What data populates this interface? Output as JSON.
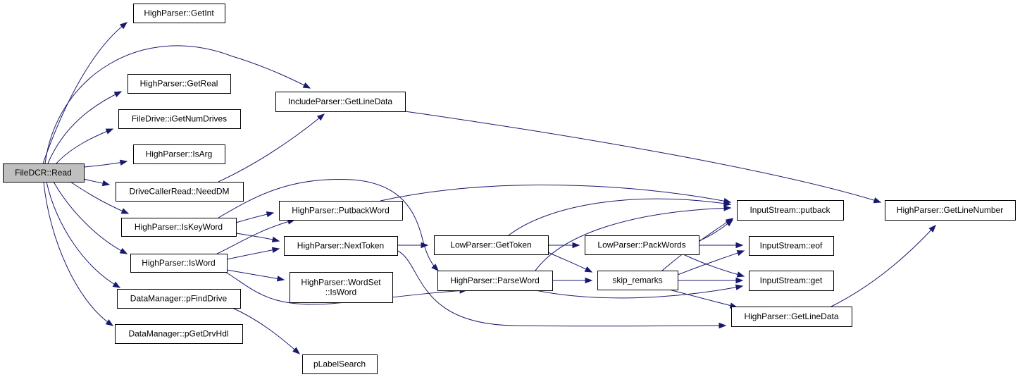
{
  "graph": {
    "colors": {
      "edge": "#191970",
      "root_fill": "#bfbfbf",
      "node_fill": "#ffffff",
      "node_border": "#000000"
    },
    "root": "read",
    "nodes": [
      {
        "id": "read",
        "lines": [
          "FileDCR::Read"
        ]
      },
      {
        "id": "getint",
        "lines": [
          "HighParser::GetInt"
        ]
      },
      {
        "id": "getreal",
        "lines": [
          "HighParser::GetReal"
        ]
      },
      {
        "id": "igetnumdrives",
        "lines": [
          "FileDrive::iGetNumDrives"
        ]
      },
      {
        "id": "isarg",
        "lines": [
          "HighParser::IsArg"
        ]
      },
      {
        "id": "needdm",
        "lines": [
          "DriveCallerRead::NeedDM"
        ]
      },
      {
        "id": "iskeyword",
        "lines": [
          "HighParser::IsKeyWord"
        ]
      },
      {
        "id": "isword",
        "lines": [
          "HighParser::IsWord"
        ]
      },
      {
        "id": "pfinddrive",
        "lines": [
          "DataManager::pFindDrive"
        ]
      },
      {
        "id": "pgetdrvhdl",
        "lines": [
          "DataManager::pGetDrvHdl"
        ]
      },
      {
        "id": "include_getlinedata",
        "lines": [
          "IncludeParser::GetLineData"
        ]
      },
      {
        "id": "putbackword",
        "lines": [
          "HighParser::PutbackWord"
        ]
      },
      {
        "id": "nexttoken",
        "lines": [
          "HighParser::NextToken"
        ]
      },
      {
        "id": "wordset_isword",
        "lines": [
          "HighParser::WordSet",
          "::IsWord"
        ]
      },
      {
        "id": "plabelsearch",
        "lines": [
          "pLabelSearch"
        ]
      },
      {
        "id": "gettoken",
        "lines": [
          "LowParser::GetToken"
        ]
      },
      {
        "id": "parseword",
        "lines": [
          "HighParser::ParseWord"
        ]
      },
      {
        "id": "packwords",
        "lines": [
          "LowParser::PackWords"
        ]
      },
      {
        "id": "skip_remarks",
        "lines": [
          "skip_remarks"
        ]
      },
      {
        "id": "putback",
        "lines": [
          "InputStream::putback"
        ]
      },
      {
        "id": "eof",
        "lines": [
          "InputStream::eof"
        ]
      },
      {
        "id": "get",
        "lines": [
          "InputStream::get"
        ]
      },
      {
        "id": "hp_getlinedata",
        "lines": [
          "HighParser::GetLineData"
        ]
      },
      {
        "id": "getlinenumber",
        "lines": [
          "HighParser::GetLineNumber"
        ]
      }
    ],
    "edges": [
      {
        "from": "read",
        "to": "getint"
      },
      {
        "from": "read",
        "to": "include_getlinedata"
      },
      {
        "from": "read",
        "to": "getreal"
      },
      {
        "from": "read",
        "to": "igetnumdrives"
      },
      {
        "from": "read",
        "to": "isarg"
      },
      {
        "from": "read",
        "to": "needdm"
      },
      {
        "from": "read",
        "to": "iskeyword"
      },
      {
        "from": "read",
        "to": "isword"
      },
      {
        "from": "read",
        "to": "pfinddrive"
      },
      {
        "from": "read",
        "to": "pgetdrvhdl"
      },
      {
        "from": "needdm",
        "to": "include_getlinedata"
      },
      {
        "from": "iskeyword",
        "to": "putbackword"
      },
      {
        "from": "iskeyword",
        "to": "nexttoken"
      },
      {
        "from": "iskeyword",
        "to": "parseword"
      },
      {
        "from": "isword",
        "to": "putbackword"
      },
      {
        "from": "isword",
        "to": "nexttoken"
      },
      {
        "from": "isword",
        "to": "wordset_isword"
      },
      {
        "from": "isword",
        "to": "parseword"
      },
      {
        "from": "pfinddrive",
        "to": "plabelsearch"
      },
      {
        "from": "include_getlinedata",
        "to": "getlinenumber"
      },
      {
        "from": "putbackword",
        "to": "putback"
      },
      {
        "from": "nexttoken",
        "to": "gettoken"
      },
      {
        "from": "nexttoken",
        "to": "hp_getlinedata"
      },
      {
        "from": "gettoken",
        "to": "putback"
      },
      {
        "from": "gettoken",
        "to": "packwords"
      },
      {
        "from": "gettoken",
        "to": "skip_remarks"
      },
      {
        "from": "parseword",
        "to": "putback"
      },
      {
        "from": "parseword",
        "to": "skip_remarks"
      },
      {
        "from": "parseword",
        "to": "get"
      },
      {
        "from": "packwords",
        "to": "putback"
      },
      {
        "from": "packwords",
        "to": "eof"
      },
      {
        "from": "packwords",
        "to": "get"
      },
      {
        "from": "skip_remarks",
        "to": "putback"
      },
      {
        "from": "skip_remarks",
        "to": "eof"
      },
      {
        "from": "skip_remarks",
        "to": "get"
      },
      {
        "from": "skip_remarks",
        "to": "hp_getlinedata"
      },
      {
        "from": "hp_getlinedata",
        "to": "getlinenumber"
      }
    ]
  }
}
